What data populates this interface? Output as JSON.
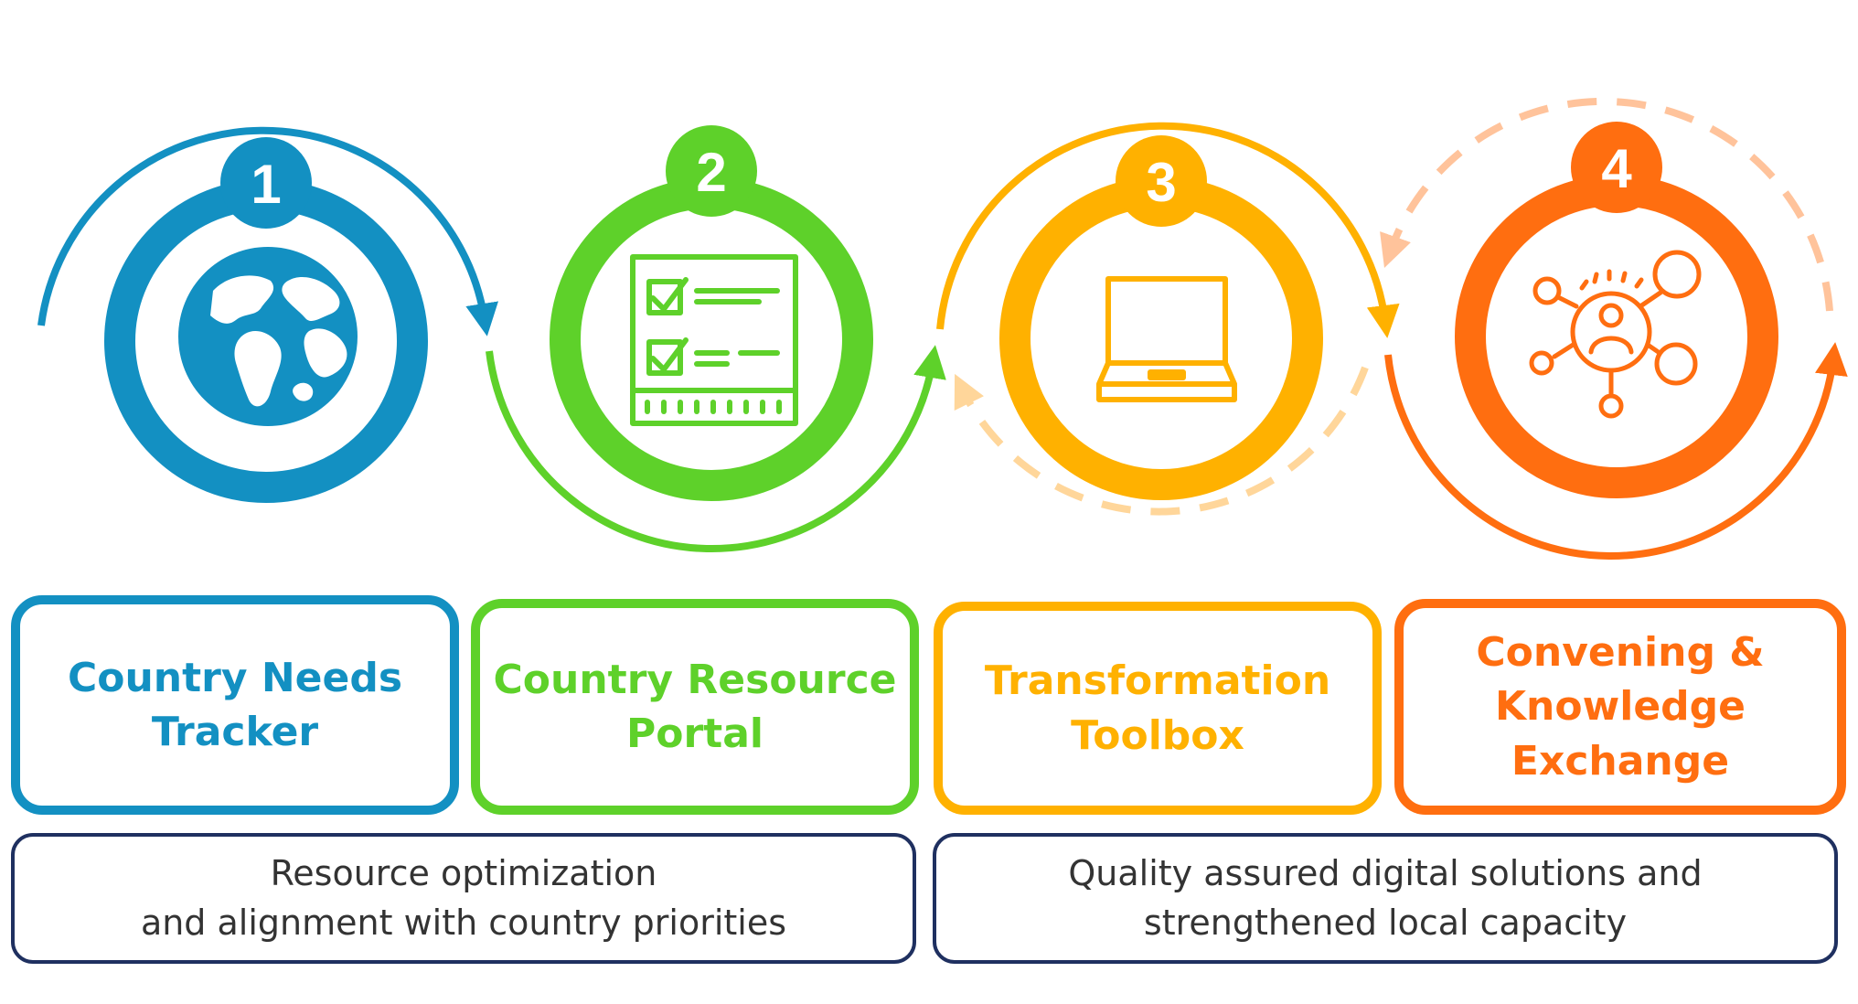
{
  "steps": [
    {
      "number": "1",
      "label": "Country Needs\nTracker",
      "color": "#1390C2",
      "icon": "globe-icon"
    },
    {
      "number": "2",
      "label": "Country Resource\nPortal",
      "color": "#5ED12A",
      "icon": "checklist-icon"
    },
    {
      "number": "3",
      "label": "Transformation\nToolbox",
      "color": "#FFB100",
      "icon": "laptop-icon"
    },
    {
      "number": "4",
      "label": "Convening &\nKnowledge\nExchange",
      "color": "#FF6E10",
      "icon": "network-people-icon"
    }
  ],
  "outcomes": [
    {
      "text": "Resource optimization\nand alignment with country priorities"
    },
    {
      "text": "Quality assured digital solutions and\nstrengthened local capacity"
    }
  ],
  "colors": {
    "blue": "#1390C2",
    "green": "#5ED12A",
    "amber": "#FFB100",
    "amber_light": "#FFD69A",
    "orange": "#FF6E10",
    "orange_light": "#FFC39B",
    "navy": "#1F3060"
  }
}
